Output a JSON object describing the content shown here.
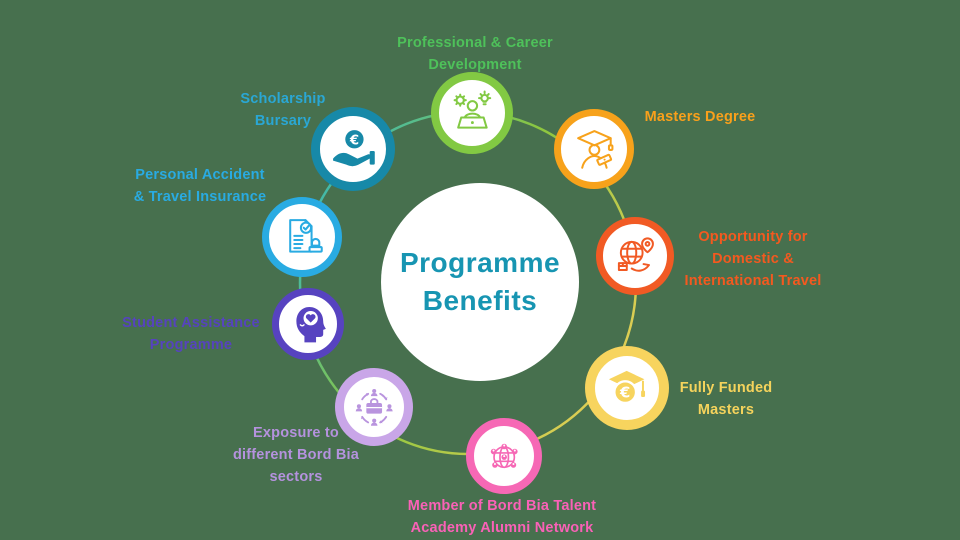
{
  "background_color": "#47704E",
  "ring_gradient": [
    "#2FB5C6",
    "#8CC63F",
    "#E3CE55"
  ],
  "center": {
    "lines": [
      "Programme",
      "Benefits"
    ],
    "color": "#1795B2"
  },
  "nodes": {
    "professional": {
      "lines": [
        "Professional & Career",
        "Development"
      ],
      "ring_color": "#82C943",
      "icon_color": "#82C943",
      "text_color": "#4EC15A",
      "icon": "person-laptop-gear-icon"
    },
    "masters": {
      "lines": [
        "Masters Degree"
      ],
      "ring_color": "#F7A21B",
      "icon_color": "#F7A21B",
      "text_color": "#F9A01B",
      "icon": "graduate-diploma-icon"
    },
    "travel": {
      "lines": [
        "Opportunity for",
        "Domestic &",
        "International Travel"
      ],
      "ring_color": "#F15A24",
      "icon_color": "#F15A24",
      "text_color": "#F4591F",
      "icon": "globe-location-pin-icon"
    },
    "funded": {
      "lines": [
        "Fully Funded",
        "Masters"
      ],
      "ring_color": "#F7D45E",
      "icon_color": "#F7D45E",
      "text_color": "#F5D35C",
      "icon": "graduation-cap-euro-icon"
    },
    "alumni": {
      "lines": [
        "Member of Bord Bia Talent",
        "Academy Alumni Network"
      ],
      "ring_color": "#F668B5",
      "icon_color": "#F668B5",
      "text_color": "#FA61B7",
      "icon": "network-globe-people-icon"
    },
    "exposure": {
      "lines": [
        "Exposure to",
        "different Bord Bia",
        "sectors"
      ],
      "ring_color": "#C9A6E8",
      "icon_color": "#B994DE",
      "text_color": "#B592DE",
      "icon": "briefcase-cycle-icon"
    },
    "assistance": {
      "lines": [
        "Student Assistance",
        "Programme"
      ],
      "ring_color": "#5743C0",
      "icon_color": "#5743C0",
      "text_color": "#5643BE",
      "icon": "head-heart-icon"
    },
    "insurance": {
      "lines": [
        "Personal Accident",
        "& Travel Insurance"
      ],
      "ring_color": "#29ABE2",
      "icon_color": "#29ABE2",
      "text_color": "#29ABE2",
      "icon": "document-stamp-icon"
    },
    "scholarship": {
      "lines": [
        "Scholarship",
        "Bursary"
      ],
      "ring_color": "#1789A8",
      "icon_color": "#1789A8",
      "text_color": "#2AA7D4",
      "icon": "hand-euro-coin-icon"
    }
  }
}
